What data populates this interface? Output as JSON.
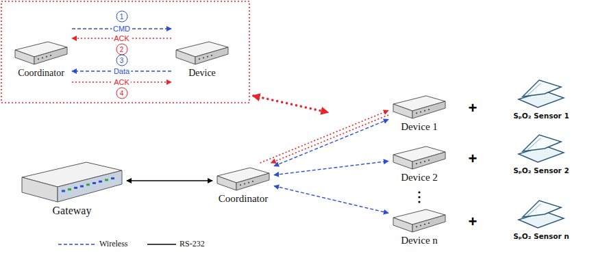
{
  "diagram": {
    "nodes": [
      {
        "text": [
          "Coordinator"
        ]
      },
      {
        "text": [
          "Device"
        ]
      },
      {
        "text": [
          "Gateway"
        ]
      },
      {
        "text": [
          "Coordinator"
        ]
      },
      {
        "text": [
          "Device 1"
        ]
      },
      {
        "text": [
          "Device 2"
        ]
      },
      {
        "text": [
          "Device n"
        ]
      },
      {
        "text": [
          "SₚO₂ Sensor 1"
        ]
      },
      {
        "text": [
          "SₚO₂ Sensor 2"
        ]
      },
      {
        "text": [
          "SₚO₂ Sensor n"
        ]
      }
    ],
    "edges": [
      {
        "from": 0,
        "to": 1,
        "arrow": "to",
        "label": "CMD"
      },
      {
        "from": 1,
        "to": 0,
        "arrow": "to",
        "label": "ACK"
      },
      {
        "from": 1,
        "to": 0,
        "arrow": "to",
        "label": "Data"
      },
      {
        "from": 0,
        "to": 1,
        "arrow": "to",
        "label": "ACK"
      },
      {
        "from": 2,
        "to": 3,
        "arrow": "both"
      },
      {
        "from": 3,
        "to": 4,
        "arrow": "both"
      },
      {
        "from": 4,
        "to": 3,
        "arrow": "to"
      },
      {
        "from": 3,
        "to": 4,
        "arrow": "to"
      },
      {
        "from": 3,
        "to": 5,
        "arrow": "both"
      },
      {
        "from": 3,
        "to": 6,
        "arrow": "both"
      }
    ],
    "labels": [
      "1",
      "2",
      "3",
      "4",
      "+",
      "+",
      "+"
    ],
    "legend": [
      {
        "text": "Wireless"
      },
      {
        "text": "RS-232"
      }
    ]
  }
}
